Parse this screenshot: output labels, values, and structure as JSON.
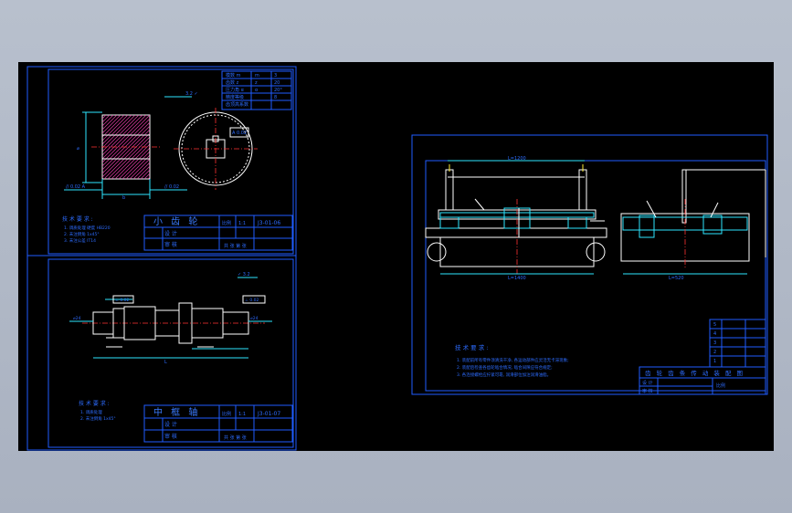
{
  "sheets": {
    "pinion": {
      "title": "小 齿 轮",
      "code": "J3-01-06",
      "requirements_heading": "技 术 要 求 :",
      "requirements": [
        "1. 调质处理 硬度 HB220",
        "2. 未注倒角 1x45°",
        "3. 未注公差 IT14"
      ],
      "designer_label": "设 计",
      "checker_label": "审 核",
      "scale_label": "比例",
      "scale_value": "1:1",
      "sheet_label": "共 张  第 张"
    },
    "shaft": {
      "title": "中 框 轴",
      "code": "J3-01-07",
      "requirements_heading": "技 术 要 求 :",
      "requirements": [
        "1. 调质处理",
        "2. 未注倒角 1x45°"
      ],
      "designer_label": "设 计",
      "checker_label": "审 核",
      "scale_label": "比例",
      "scale_value": "1:1",
      "sheet_label": "共 张  第 张"
    },
    "assembly": {
      "notes_heading": "技 术 要 求 :",
      "notes": [
        "1. 装配前所有零件须清洗干净, 各运动部件应灵活无卡滞现象;",
        "2. 装配后检查各齿轮啮合情况, 啮合间隙应符合规定;",
        "3. 各连接螺栓应拧紧可靠, 润滑部位加注润滑油脂。"
      ],
      "title": "齿 轮 齿 条 传 动 装 配 图",
      "designer_label": "设 计",
      "checker_label": "审 核",
      "scale_label": "比例",
      "part_numbers": [
        "1",
        "2",
        "3",
        "4",
        "5"
      ]
    }
  },
  "colors": {
    "screen_bg": "#b8c0cd",
    "canvas_bg": "#000000",
    "frame": "#1f5dff",
    "outline": "#ffffff",
    "center": "#ff3333",
    "hatch": "#e23aa6",
    "dimension": "#2ee6ff"
  }
}
